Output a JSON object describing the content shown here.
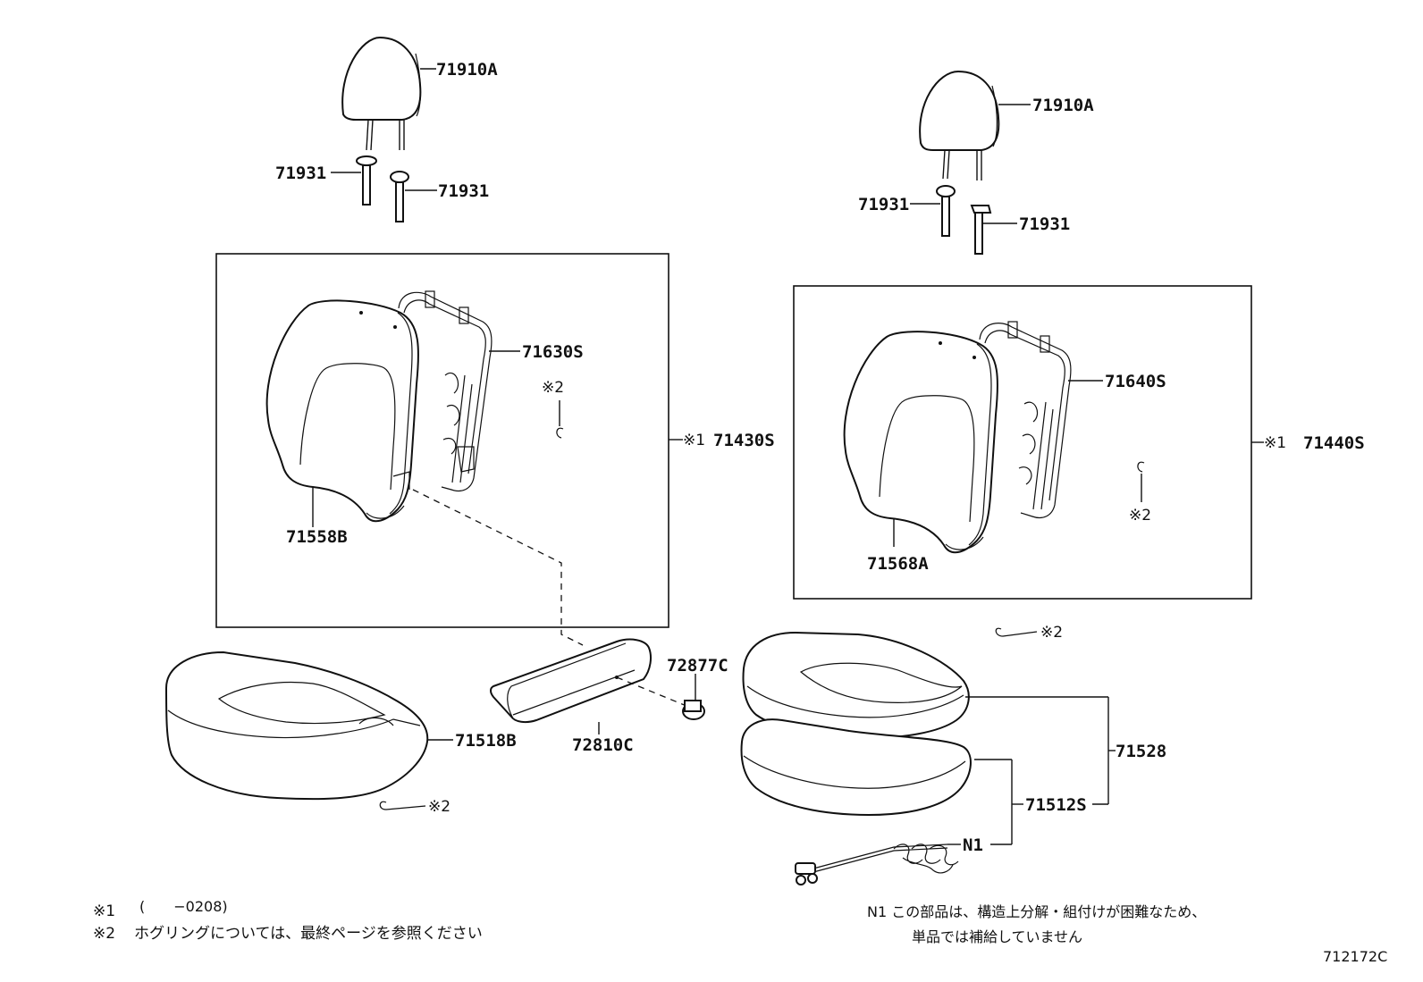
{
  "labels": {
    "headrest_left": "71910A",
    "headrest_right": "71910A",
    "support_l1": "71931",
    "support_l2": "71931",
    "support_r1": "71931",
    "support_r2": "71931",
    "frame_left": "71630S",
    "frame_right": "71640S",
    "back_assy_left": "71430S",
    "back_assy_right": "71440S",
    "back_cover_left": "71558B",
    "back_cover_right": "71568A",
    "cushion_cover_left": "71518B",
    "cushion_cover_right": "71528",
    "armrest": "72810C",
    "knob": "72877C",
    "cushion_assy": "71512S",
    "wire": "N1"
  },
  "marks": {
    "ref1": "※1",
    "ref2": "※2"
  },
  "notes": {
    "n1_prefix": "※1",
    "n1_text": "(　　−0208)",
    "n2_prefix": "※2",
    "n2_text": "ホグリングについては、最終ページを参照ください",
    "wire_line1": "N1 この部品は、構造上分解・組付けが困難なため、",
    "wire_line2": "単品では補給していません"
  },
  "figure_id": "712172C"
}
